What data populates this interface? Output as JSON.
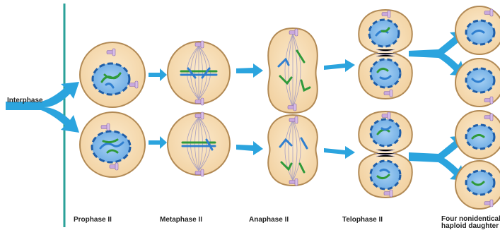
{
  "interphase_label": "Interphase",
  "stages": [
    {
      "label": "Prophase II"
    },
    {
      "label": "Metaphase II"
    },
    {
      "label": "Anaphase II"
    },
    {
      "label": "Telophase II"
    },
    {
      "label": "Four nonidentical haploid daughter"
    }
  ],
  "final_label_lines": [
    "Four nonidentical",
    "haploid daughter"
  ],
  "colors": {
    "cell_fill": "#f6dcb2",
    "cell_stroke": "#b28a55",
    "nucleus_fill": "#7db6e8",
    "nuclear_envelope": "#1f5ea8",
    "chromosome_blue": "#2f7fd0",
    "chromosome_green": "#2f9a3a",
    "centrosome": "#c9a8dd",
    "spindle": "#a89fc2",
    "arrow": "#2ba4de",
    "divider": "#2aa198"
  }
}
